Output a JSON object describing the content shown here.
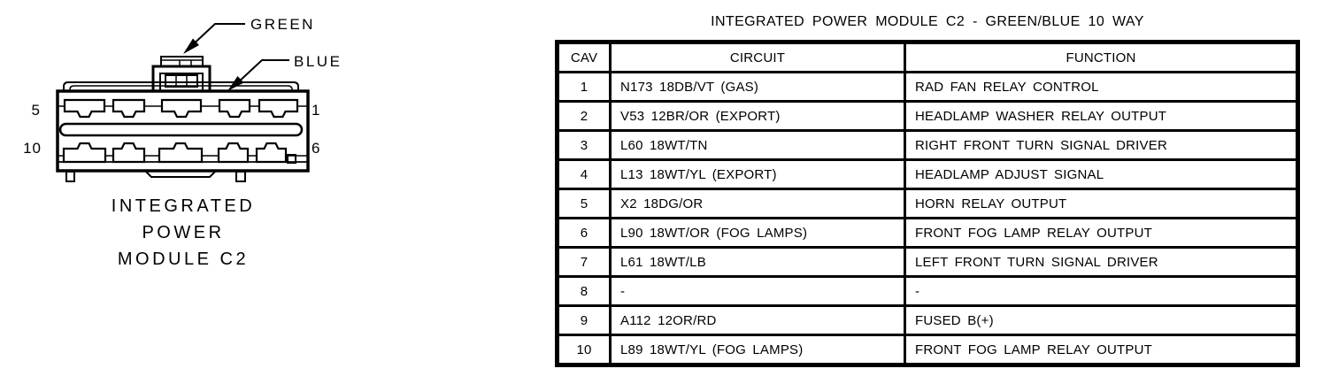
{
  "diagram": {
    "labels": {
      "green": "GREEN",
      "blue": "BLUE"
    },
    "pins": {
      "top_left": "5",
      "top_right": "1",
      "bottom_left": "10",
      "bottom_right": "6"
    },
    "caption_lines": [
      "INTEGRATED",
      "POWER",
      "MODULE C2"
    ]
  },
  "table": {
    "title": "INTEGRATED POWER MODULE C2 - GREEN/BLUE 10 WAY",
    "headers": {
      "cav": "CAV",
      "circuit": "CIRCUIT",
      "function": "FUNCTION"
    },
    "rows": [
      {
        "cav": "1",
        "circuit": "N173 18DB/VT (GAS)",
        "function": "RAD FAN RELAY CONTROL"
      },
      {
        "cav": "2",
        "circuit": "V53 12BR/OR (EXPORT)",
        "function": "HEADLAMP WASHER RELAY OUTPUT"
      },
      {
        "cav": "3",
        "circuit": "L60 18WT/TN",
        "function": "RIGHT FRONT TURN SIGNAL DRIVER"
      },
      {
        "cav": "4",
        "circuit": "L13 18WT/YL (EXPORT)",
        "function": "HEADLAMP ADJUST SIGNAL"
      },
      {
        "cav": "5",
        "circuit": "X2 18DG/OR",
        "function": "HORN RELAY OUTPUT"
      },
      {
        "cav": "6",
        "circuit": "L90 18WT/OR (FOG LAMPS)",
        "function": "FRONT FOG LAMP RELAY OUTPUT"
      },
      {
        "cav": "7",
        "circuit": "L61 18WT/LB",
        "function": "LEFT FRONT TURN SIGNAL DRIVER"
      },
      {
        "cav": "8",
        "circuit": "-",
        "function": "-"
      },
      {
        "cav": "9",
        "circuit": "A112 12OR/RD",
        "function": "FUSED B(+)"
      },
      {
        "cav": "10",
        "circuit": "L89 18WT/YL (FOG LAMPS)",
        "function": "FRONT FOG LAMP RELAY OUTPUT"
      }
    ]
  },
  "colors": {
    "ink": "#000000",
    "background": "#ffffff"
  }
}
